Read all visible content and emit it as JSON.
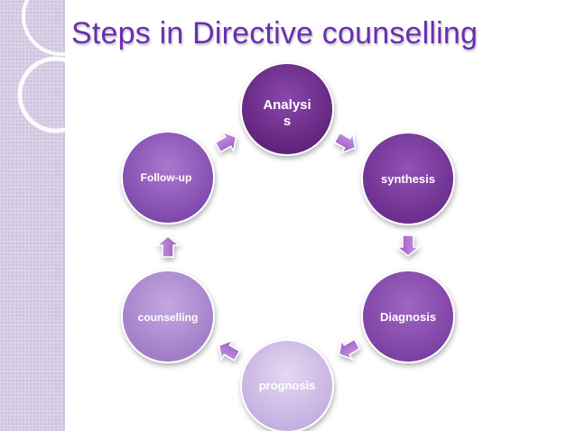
{
  "slide": {
    "title": "Steps in Directive counselling"
  },
  "cycle": {
    "nodes": [
      {
        "id": "analysis",
        "line1": "Analysi",
        "line2": "s"
      },
      {
        "id": "synthesis",
        "label": "synthesis"
      },
      {
        "id": "diagnosis",
        "label": "Diagnosis"
      },
      {
        "id": "prognosis",
        "label": "prognosis"
      },
      {
        "id": "counselling",
        "label": "counselling"
      },
      {
        "id": "follow-up",
        "label": "Follow-up"
      }
    ]
  },
  "colors": {
    "title": "#6a2eb3",
    "node_dark": "#6f2c8f",
    "node_light": "#d8c8ec",
    "arrow": "#a565c9"
  }
}
